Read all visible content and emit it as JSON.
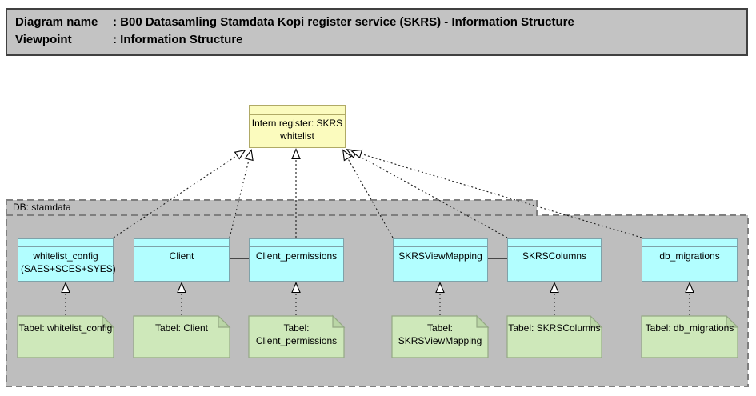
{
  "header": {
    "rows": [
      {
        "label": "Diagram name",
        "value": ": B00 Datasamling Stamdata Kopi register service (SKRS) - Information Structure"
      },
      {
        "label": "Viewpoint",
        "value": ": Information Structure"
      }
    ]
  },
  "register": {
    "label": "Intern register: SKRS whitelist"
  },
  "group": {
    "label": "DB: stamdata"
  },
  "entities": [
    {
      "label": "whitelist_config (SAES+SCES+SYES)"
    },
    {
      "label": "Client"
    },
    {
      "label": "Client_permissions"
    },
    {
      "label": "SKRSViewMapping"
    },
    {
      "label": "SKRSColumns"
    },
    {
      "label": "db_migrations"
    }
  ],
  "notes": [
    {
      "label": "Tabel: whitelist_config"
    },
    {
      "label": "Tabel: Client"
    },
    {
      "label": "Tabel: Client_permissions"
    },
    {
      "label": "Tabel: SKRSViewMapping"
    },
    {
      "label": "Tabel: SKRSColumns"
    },
    {
      "label": "Tabel: db_migrations"
    }
  ],
  "colors": {
    "header_fill": "#C3C3C3",
    "group_fill": "#BEBEBE",
    "group_border": "#7F7F7F",
    "register_fill": "#FBFBBE",
    "register_border": "#B0AA66",
    "entity_fill": "#B2FEFF",
    "entity_border": "#7EA2A9",
    "note_fill": "#CEE8BA",
    "note_fold": "#BAD6A6",
    "note_border": "#94A884",
    "connector": "#1a1a1a"
  }
}
